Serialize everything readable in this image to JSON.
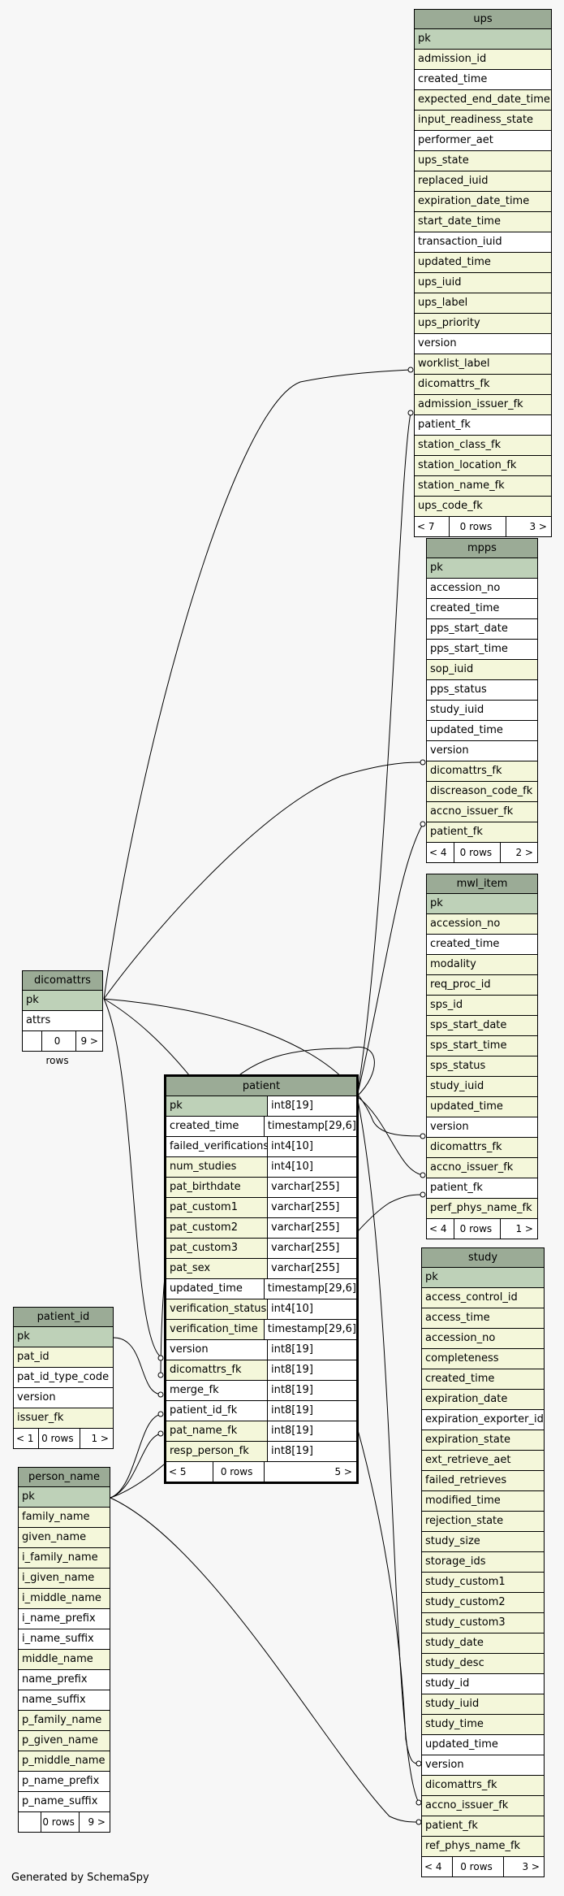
{
  "footer": "Generated by SchemaSpy",
  "colors": {
    "background": "#f7f7f7",
    "header": "#9bab96",
    "pk_row": "#bed1b8",
    "fk_row": "#f4f7da",
    "plain_row": "#ffffff"
  },
  "tables": {
    "ups": {
      "name": "ups",
      "columns": [
        {
          "name": "pk",
          "kind": "pk"
        },
        {
          "name": "admission_id",
          "kind": "fk"
        },
        {
          "name": "created_time",
          "kind": "plain"
        },
        {
          "name": "expected_end_date_time",
          "kind": "fk"
        },
        {
          "name": "input_readiness_state",
          "kind": "fk"
        },
        {
          "name": "performer_aet",
          "kind": "plain"
        },
        {
          "name": "ups_state",
          "kind": "fk"
        },
        {
          "name": "replaced_iuid",
          "kind": "fk"
        },
        {
          "name": "expiration_date_time",
          "kind": "fk"
        },
        {
          "name": "start_date_time",
          "kind": "fk"
        },
        {
          "name": "transaction_iuid",
          "kind": "plain"
        },
        {
          "name": "updated_time",
          "kind": "fk"
        },
        {
          "name": "ups_iuid",
          "kind": "fk"
        },
        {
          "name": "ups_label",
          "kind": "fk"
        },
        {
          "name": "ups_priority",
          "kind": "fk"
        },
        {
          "name": "version",
          "kind": "plain"
        },
        {
          "name": "worklist_label",
          "kind": "fk"
        },
        {
          "name": "dicomattrs_fk",
          "kind": "fk"
        },
        {
          "name": "admission_issuer_fk",
          "kind": "fk"
        },
        {
          "name": "patient_fk",
          "kind": "plain"
        },
        {
          "name": "station_class_fk",
          "kind": "fk"
        },
        {
          "name": "station_location_fk",
          "kind": "fk"
        },
        {
          "name": "station_name_fk",
          "kind": "fk"
        },
        {
          "name": "ups_code_fk",
          "kind": "fk"
        }
      ],
      "footer": [
        "< 7",
        "0 rows",
        "3 >"
      ]
    },
    "mpps": {
      "name": "mpps",
      "columns": [
        {
          "name": "pk",
          "kind": "pk"
        },
        {
          "name": "accession_no",
          "kind": "plain"
        },
        {
          "name": "created_time",
          "kind": "plain"
        },
        {
          "name": "pps_start_date",
          "kind": "plain"
        },
        {
          "name": "pps_start_time",
          "kind": "plain"
        },
        {
          "name": "sop_iuid",
          "kind": "fk"
        },
        {
          "name": "pps_status",
          "kind": "plain"
        },
        {
          "name": "study_iuid",
          "kind": "plain"
        },
        {
          "name": "updated_time",
          "kind": "plain"
        },
        {
          "name": "version",
          "kind": "plain"
        },
        {
          "name": "dicomattrs_fk",
          "kind": "fk"
        },
        {
          "name": "discreason_code_fk",
          "kind": "fk"
        },
        {
          "name": "accno_issuer_fk",
          "kind": "fk"
        },
        {
          "name": "patient_fk",
          "kind": "fk"
        }
      ],
      "footer": [
        "< 4",
        "0 rows",
        "2 >"
      ]
    },
    "mwl_item": {
      "name": "mwl_item",
      "columns": [
        {
          "name": "pk",
          "kind": "pk"
        },
        {
          "name": "accession_no",
          "kind": "fk"
        },
        {
          "name": "created_time",
          "kind": "plain"
        },
        {
          "name": "modality",
          "kind": "fk"
        },
        {
          "name": "req_proc_id",
          "kind": "fk"
        },
        {
          "name": "sps_id",
          "kind": "fk"
        },
        {
          "name": "sps_start_date",
          "kind": "fk"
        },
        {
          "name": "sps_start_time",
          "kind": "fk"
        },
        {
          "name": "sps_status",
          "kind": "fk"
        },
        {
          "name": "study_iuid",
          "kind": "fk"
        },
        {
          "name": "updated_time",
          "kind": "fk"
        },
        {
          "name": "version",
          "kind": "plain"
        },
        {
          "name": "dicomattrs_fk",
          "kind": "fk"
        },
        {
          "name": "accno_issuer_fk",
          "kind": "fk"
        },
        {
          "name": "patient_fk",
          "kind": "plain"
        },
        {
          "name": "perf_phys_name_fk",
          "kind": "fk"
        }
      ],
      "footer": [
        "< 4",
        "0 rows",
        "1 >"
      ]
    },
    "dicomattrs": {
      "name": "dicomattrs",
      "columns": [
        {
          "name": "pk",
          "kind": "pk"
        },
        {
          "name": "attrs",
          "kind": "plain"
        }
      ],
      "footer": [
        "",
        "0 rows",
        "9 >"
      ]
    },
    "patient": {
      "name": "patient",
      "columns": [
        {
          "name": "pk",
          "type": "int8[19]",
          "kind": "pk"
        },
        {
          "name": "created_time",
          "type": "timestamp[29,6]",
          "kind": "plain"
        },
        {
          "name": "failed_verifications",
          "type": "int4[10]",
          "kind": "plain"
        },
        {
          "name": "num_studies",
          "type": "int4[10]",
          "kind": "fk"
        },
        {
          "name": "pat_birthdate",
          "type": "varchar[255]",
          "kind": "fk"
        },
        {
          "name": "pat_custom1",
          "type": "varchar[255]",
          "kind": "fk"
        },
        {
          "name": "pat_custom2",
          "type": "varchar[255]",
          "kind": "fk"
        },
        {
          "name": "pat_custom3",
          "type": "varchar[255]",
          "kind": "fk"
        },
        {
          "name": "pat_sex",
          "type": "varchar[255]",
          "kind": "fk"
        },
        {
          "name": "updated_time",
          "type": "timestamp[29,6]",
          "kind": "plain"
        },
        {
          "name": "verification_status",
          "type": "int4[10]",
          "kind": "fk"
        },
        {
          "name": "verification_time",
          "type": "timestamp[29,6]",
          "kind": "fk"
        },
        {
          "name": "version",
          "type": "int8[19]",
          "kind": "plain"
        },
        {
          "name": "dicomattrs_fk",
          "type": "int8[19]",
          "kind": "fk"
        },
        {
          "name": "merge_fk",
          "type": "int8[19]",
          "kind": "plain"
        },
        {
          "name": "patient_id_fk",
          "type": "int8[19]",
          "kind": "plain"
        },
        {
          "name": "pat_name_fk",
          "type": "int8[19]",
          "kind": "fk"
        },
        {
          "name": "resp_person_fk",
          "type": "int8[19]",
          "kind": "fk"
        }
      ],
      "footer": [
        "< 5",
        "0 rows",
        "5 >"
      ]
    },
    "patient_id": {
      "name": "patient_id",
      "columns": [
        {
          "name": "pk",
          "kind": "pk"
        },
        {
          "name": "pat_id",
          "kind": "fk"
        },
        {
          "name": "pat_id_type_code",
          "kind": "plain"
        },
        {
          "name": "version",
          "kind": "plain"
        },
        {
          "name": "issuer_fk",
          "kind": "fk"
        }
      ],
      "footer": [
        "< 1",
        "0 rows",
        "1 >"
      ]
    },
    "person_name": {
      "name": "person_name",
      "columns": [
        {
          "name": "pk",
          "kind": "pk"
        },
        {
          "name": "family_name",
          "kind": "fk"
        },
        {
          "name": "given_name",
          "kind": "fk"
        },
        {
          "name": "i_family_name",
          "kind": "fk"
        },
        {
          "name": "i_given_name",
          "kind": "fk"
        },
        {
          "name": "i_middle_name",
          "kind": "fk"
        },
        {
          "name": "i_name_prefix",
          "kind": "plain"
        },
        {
          "name": "i_name_suffix",
          "kind": "plain"
        },
        {
          "name": "middle_name",
          "kind": "fk"
        },
        {
          "name": "name_prefix",
          "kind": "plain"
        },
        {
          "name": "name_suffix",
          "kind": "plain"
        },
        {
          "name": "p_family_name",
          "kind": "fk"
        },
        {
          "name": "p_given_name",
          "kind": "fk"
        },
        {
          "name": "p_middle_name",
          "kind": "fk"
        },
        {
          "name": "p_name_prefix",
          "kind": "plain"
        },
        {
          "name": "p_name_suffix",
          "kind": "plain"
        }
      ],
      "footer": [
        "",
        "0 rows",
        "9 >"
      ]
    },
    "study": {
      "name": "study",
      "columns": [
        {
          "name": "pk",
          "kind": "pk"
        },
        {
          "name": "access_control_id",
          "kind": "fk"
        },
        {
          "name": "access_time",
          "kind": "fk"
        },
        {
          "name": "accession_no",
          "kind": "fk"
        },
        {
          "name": "completeness",
          "kind": "fk"
        },
        {
          "name": "created_time",
          "kind": "fk"
        },
        {
          "name": "expiration_date",
          "kind": "fk"
        },
        {
          "name": "expiration_exporter_id",
          "kind": "plain"
        },
        {
          "name": "expiration_state",
          "kind": "fk"
        },
        {
          "name": "ext_retrieve_aet",
          "kind": "fk"
        },
        {
          "name": "failed_retrieves",
          "kind": "fk"
        },
        {
          "name": "modified_time",
          "kind": "fk"
        },
        {
          "name": "rejection_state",
          "kind": "fk"
        },
        {
          "name": "study_size",
          "kind": "fk"
        },
        {
          "name": "storage_ids",
          "kind": "fk"
        },
        {
          "name": "study_custom1",
          "kind": "fk"
        },
        {
          "name": "study_custom2",
          "kind": "fk"
        },
        {
          "name": "study_custom3",
          "kind": "fk"
        },
        {
          "name": "study_date",
          "kind": "fk"
        },
        {
          "name": "study_desc",
          "kind": "fk"
        },
        {
          "name": "study_id",
          "kind": "plain"
        },
        {
          "name": "study_iuid",
          "kind": "fk"
        },
        {
          "name": "study_time",
          "kind": "fk"
        },
        {
          "name": "updated_time",
          "kind": "plain"
        },
        {
          "name": "version",
          "kind": "plain"
        },
        {
          "name": "dicomattrs_fk",
          "kind": "fk"
        },
        {
          "name": "accno_issuer_fk",
          "kind": "fk"
        },
        {
          "name": "patient_fk",
          "kind": "fk"
        },
        {
          "name": "ref_phys_name_fk",
          "kind": "fk"
        }
      ],
      "footer": [
        "< 4",
        "0 rows",
        "3 >"
      ]
    }
  }
}
